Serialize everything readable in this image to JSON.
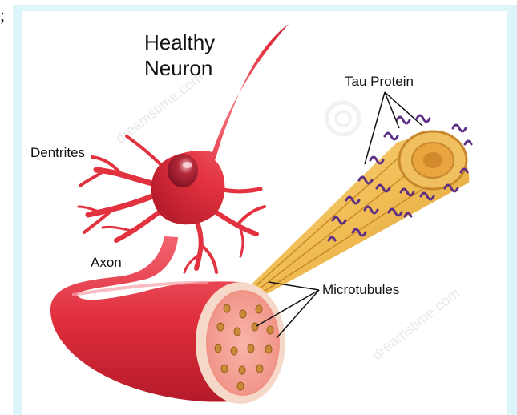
{
  "stray_character": ";",
  "title_line1": "Healthy",
  "title_line2": "Neuron",
  "labels": {
    "dentrites": "Dentrites",
    "axon": "Axon",
    "tau_protein": "Tau Protein",
    "microtubules": "Microtubules"
  },
  "watermark": "dreamstime.com",
  "colors": {
    "frame": "#dbf5fb",
    "neuron_red": "#e3323f",
    "microtubule_gold": "#efb94a",
    "tau_purple": "#5e2f86"
  }
}
